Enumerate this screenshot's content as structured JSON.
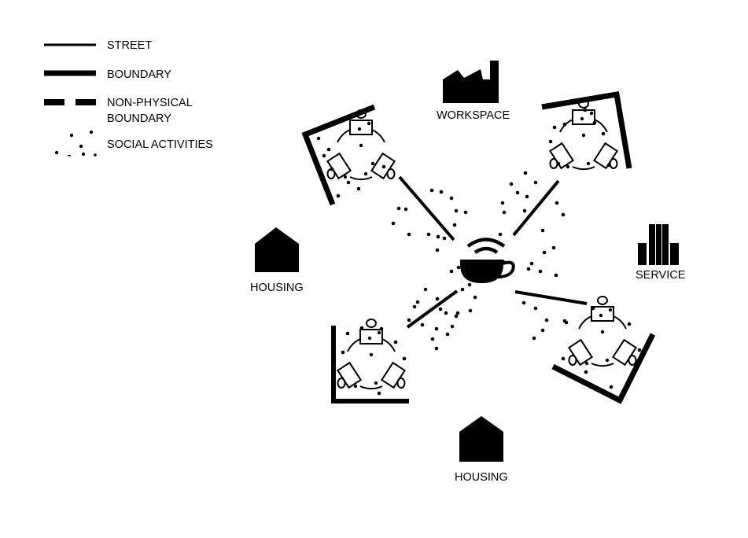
{
  "legend": {
    "items": [
      {
        "key": "street",
        "label": "STREET"
      },
      {
        "key": "boundary",
        "label": "BOUNDARY"
      },
      {
        "key": "non_physical_boundary",
        "label_line1": "NON-PHYSICAL",
        "label_line2": "BOUNDARY"
      },
      {
        "key": "social_activities",
        "label": "SOCIAL ACTIVITIES"
      }
    ]
  },
  "landmarks": {
    "workspace": {
      "label": "WORKSPACE",
      "icon": "factory-icon"
    },
    "service": {
      "label": "SERVICE",
      "icon": "buildings-icon"
    },
    "housing_left": {
      "label": "HOUSING",
      "icon": "house-icon"
    },
    "housing_bottom": {
      "label": "HOUSING",
      "icon": "house-icon"
    }
  },
  "center": {
    "icon": "coffee-cup-wifi-icon"
  },
  "colors": {
    "ink": "#000000",
    "background": "#ffffff"
  }
}
